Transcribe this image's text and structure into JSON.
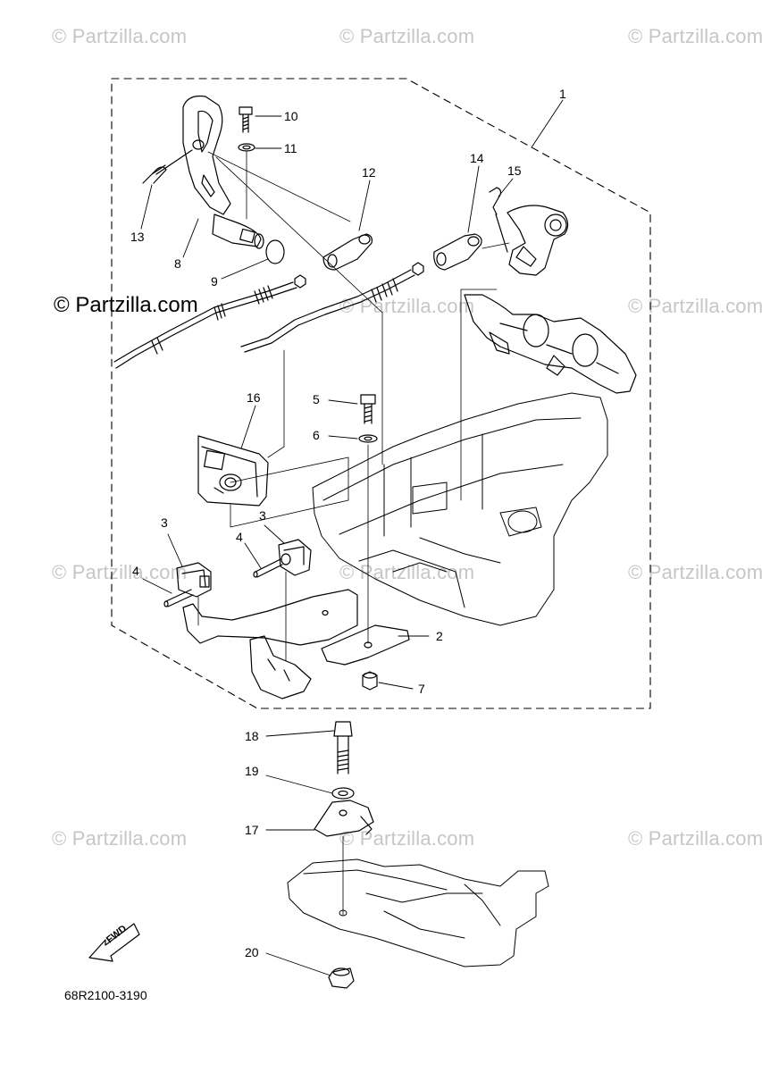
{
  "watermark": {
    "text": "© Partzilla.com",
    "main_text": "© Partzilla.com"
  },
  "diagram_code": "68R2100-3190",
  "fwd_label": "FWD",
  "callouts": {
    "c1": "1",
    "c2": "2",
    "c3a": "3",
    "c3b": "3",
    "c4a": "4",
    "c4b": "4",
    "c5": "5",
    "c6": "6",
    "c7": "7",
    "c8": "8",
    "c9": "9",
    "c10": "10",
    "c11": "11",
    "c12": "12",
    "c13": "13",
    "c14": "14",
    "c15": "15",
    "c16": "16",
    "c17": "17",
    "c18": "18",
    "c19": "19",
    "c20": "20"
  },
  "colors": {
    "line": "#000000",
    "watermark": "#c6c6c6",
    "background": "#ffffff"
  }
}
